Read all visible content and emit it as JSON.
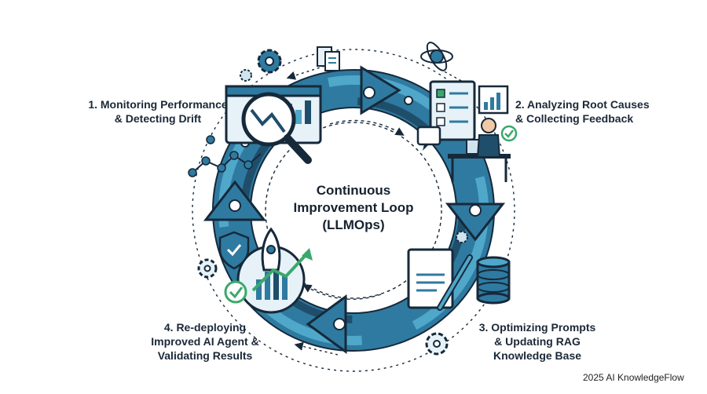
{
  "center": {
    "title_lines": [
      "Continuous",
      "Improvement Loop",
      "(LLMOps)"
    ]
  },
  "steps": [
    {
      "lines": [
        "1. Monitoring Performance",
        "& Detecting Drift"
      ]
    },
    {
      "lines": [
        "2. Analyzing Root Causes",
        "& Collecting Feedback"
      ]
    },
    {
      "lines": [
        "3. Optimizing Prompts",
        "& Updating RAG",
        "Knowledge Base"
      ]
    },
    {
      "lines": [
        "4. Re-deploying",
        "Improved AI Agent &",
        "Validating Results"
      ]
    }
  ],
  "footer": {
    "text": "2025 AI KnowledgeFlow"
  },
  "colors": {
    "ring_dark": "#1f4e6b",
    "ring_mid": "#2f7aa0",
    "ring_light": "#4fa7c9",
    "outline": "#16293a",
    "accent_green": "#3aa86b",
    "icon_fill": "#e6f2f8"
  },
  "icons": [
    "magnifier-chart-icon",
    "dashboard-icon",
    "analyst-at-desk-icon",
    "document-pen-icon",
    "database-icon",
    "rocket-icon",
    "shield-check-icon",
    "gear-icon",
    "atom-icon",
    "documents-icon",
    "network-graph-icon",
    "chat-bubble-icon",
    "check-badge-icon"
  ]
}
